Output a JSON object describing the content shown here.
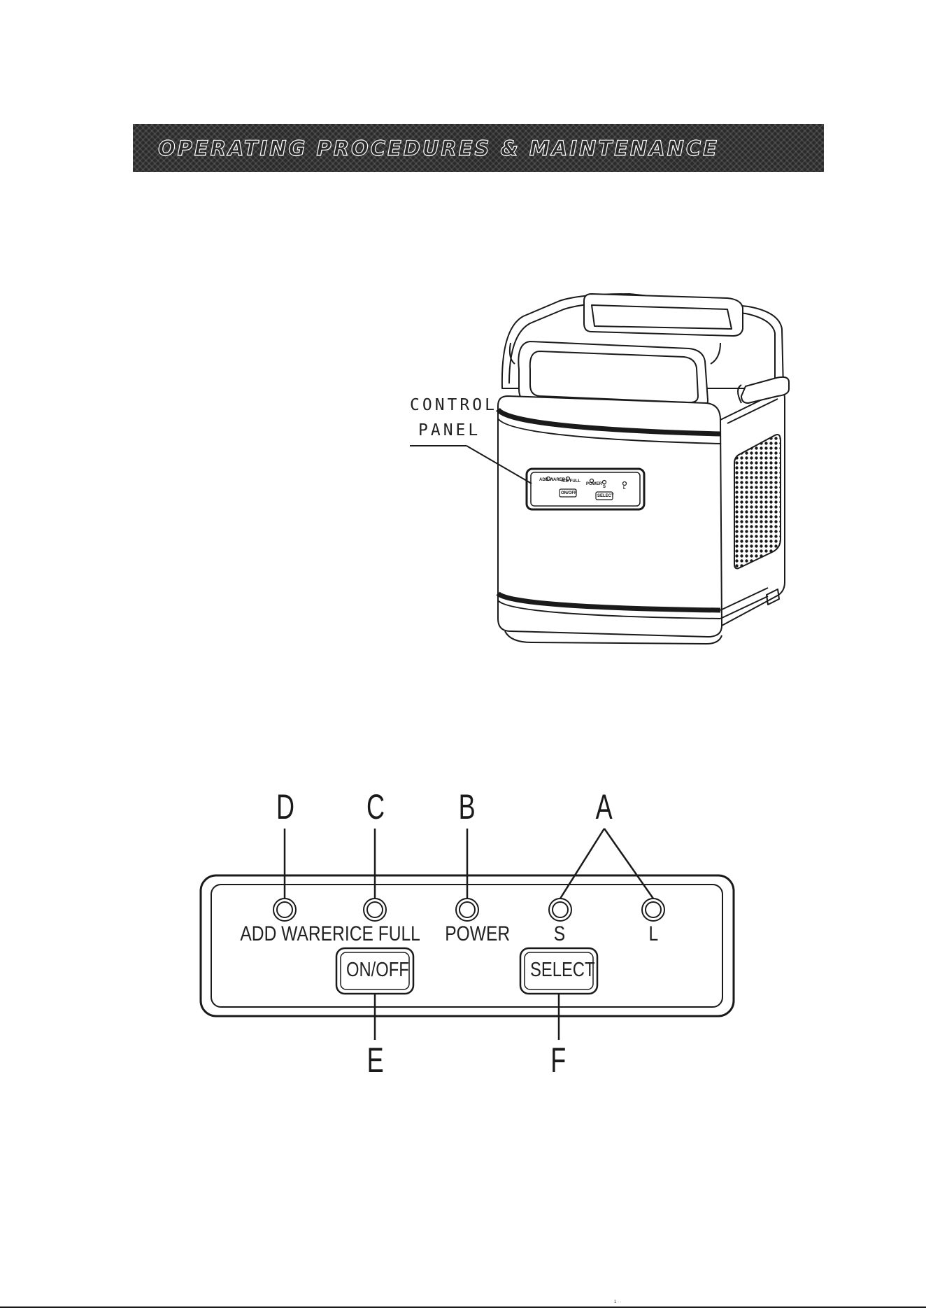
{
  "header": {
    "title": "OPERATING PROCEDURES & MAINTENANCE"
  },
  "callout": {
    "line1": "CONTROL",
    "line2": "PANEL"
  },
  "small_panel": {
    "labels": [
      "ADD WARER",
      "ICE FULL",
      "POWER",
      "S",
      "L"
    ],
    "buttons": [
      "ON/OFF",
      "SELECT"
    ]
  },
  "diagram": {
    "letters": {
      "a": "A",
      "b": "B",
      "c": "C",
      "d": "D",
      "e": "E",
      "f": "F"
    },
    "indicators": {
      "add_water": "ADD WARER",
      "ice_full": "ICE FULL",
      "power": "POWER",
      "small": "S",
      "large": "L"
    },
    "buttons": {
      "on_off": "ON/OFF",
      "select": "SELECT"
    }
  },
  "footer": {
    "mark": "1 · ·"
  },
  "colors": {
    "line": "#1a1a1a",
    "banner_bg": "#2a2a2a"
  },
  "icons": [
    "ice-maker-illustration",
    "indicator-light-icon",
    "vent-grille-icon"
  ]
}
